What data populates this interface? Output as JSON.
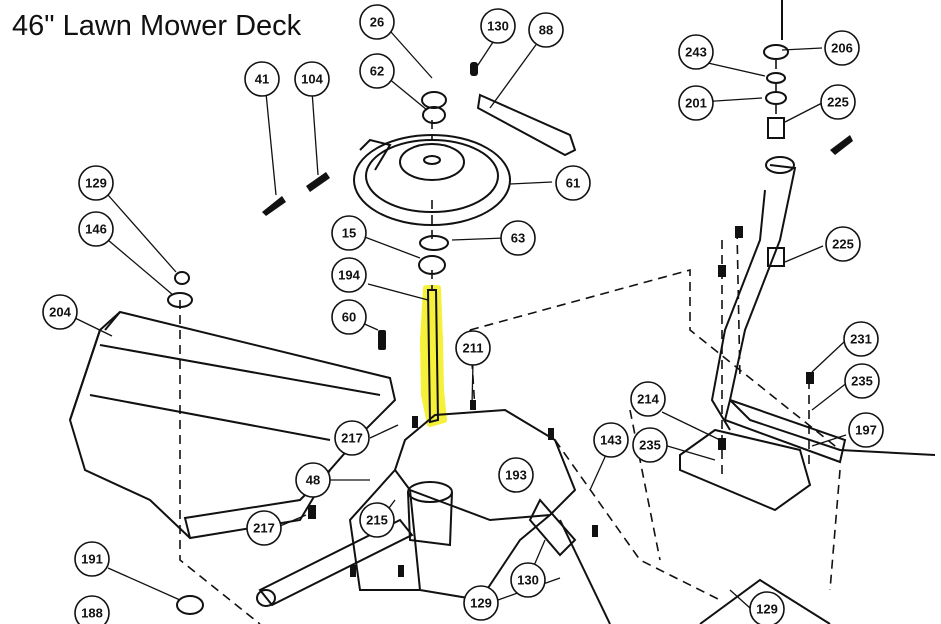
{
  "title": "46\" Lawn Mower Deck",
  "colors": {
    "highlight": "#f5f03a",
    "line": "#111111",
    "background": "#ffffff"
  },
  "callouts": [
    "26",
    "130",
    "88",
    "206",
    "243",
    "201",
    "225",
    "62",
    "41",
    "104",
    "61",
    "129",
    "146",
    "15",
    "63",
    "194",
    "60",
    "225",
    "204",
    "231",
    "211",
    "235",
    "214",
    "197",
    "235",
    "143",
    "217",
    "193",
    "48",
    "217",
    "215",
    "191",
    "130",
    "129",
    "188",
    "129"
  ]
}
